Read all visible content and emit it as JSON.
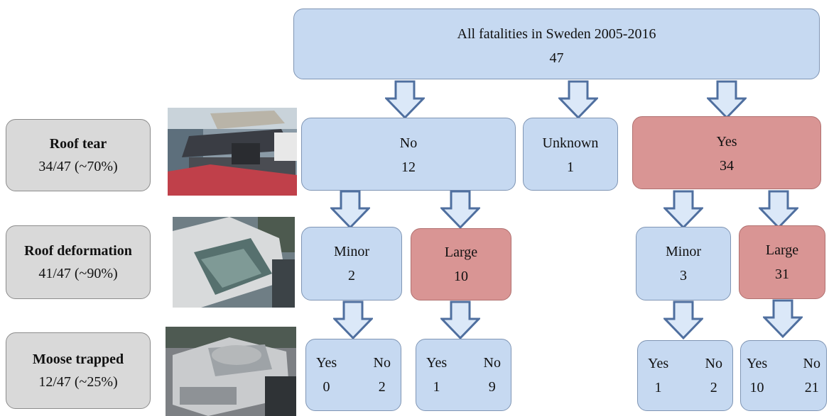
{
  "root": {
    "title": "All fatalities in Sweden 2005-2016",
    "count": "47"
  },
  "roof_tear": {
    "no": {
      "label": "No",
      "count": "12"
    },
    "unknown": {
      "label": "Unknown",
      "count": "1"
    },
    "yes": {
      "label": "Yes",
      "count": "34"
    }
  },
  "deformation": {
    "no_minor": {
      "label": "Minor",
      "count": "2"
    },
    "no_large": {
      "label": "Large",
      "count": "10"
    },
    "yes_minor": {
      "label": "Minor",
      "count": "3"
    },
    "yes_large": {
      "label": "Large",
      "count": "31"
    }
  },
  "moose": {
    "no_minor": {
      "yes_label": "Yes",
      "yes_count": "0",
      "no_label": "No",
      "no_count": "2"
    },
    "no_large": {
      "yes_label": "Yes",
      "yes_count": "1",
      "no_label": "No",
      "no_count": "9"
    },
    "yes_minor": {
      "yes_label": "Yes",
      "yes_count": "1",
      "no_label": "No",
      "no_count": "2"
    },
    "yes_large": {
      "yes_label": "Yes",
      "yes_count": "10",
      "no_label": "No",
      "no_count": "21"
    }
  },
  "side_labels": [
    {
      "title": "Roof tear",
      "stat": "34/47 (~70%)"
    },
    {
      "title": "Roof deformation",
      "stat": "41/47 (~90%)"
    },
    {
      "title": "Moose trapped",
      "stat": "12/47 (~25%)"
    }
  ],
  "colors": {
    "blue_box": "#c6d9f1",
    "red_box": "#d99594",
    "side_box": "#d9d9d9",
    "arrow_fill": "#dbe8f8",
    "arrow_stroke": "#4f6f9f"
  }
}
